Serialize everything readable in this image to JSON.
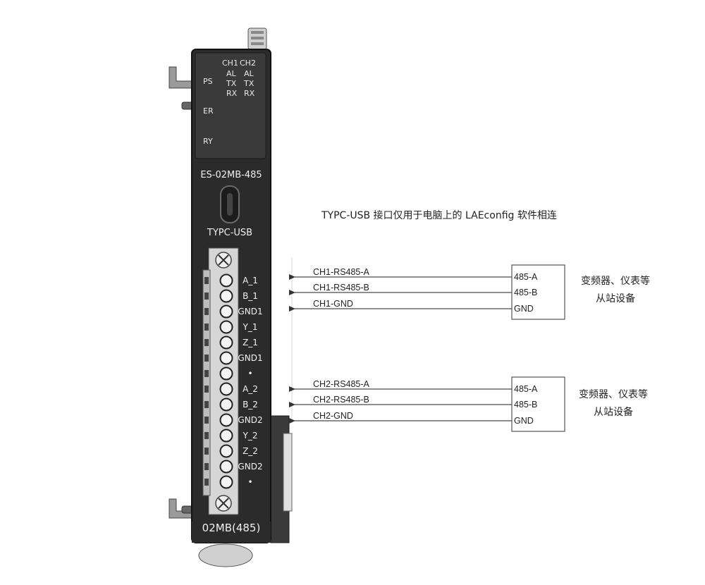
{
  "module": {
    "model": "ES-02MB-485",
    "usb_label": "TYPC-USB",
    "bottom_label": "02MB(485)",
    "led_left": [
      "PS",
      "ER",
      "RY"
    ],
    "led_ch1": [
      "CH1",
      "AL",
      "TX",
      "RX"
    ],
    "led_ch2": [
      "CH2",
      "AL",
      "TX",
      "RX"
    ],
    "pins": [
      "A_1",
      "B_1",
      "GND1",
      "Y_1",
      "Z_1",
      "GND1",
      "•",
      "A_2",
      "B_2",
      "GND2",
      "Y_2",
      "Z_2",
      "GND2",
      "•"
    ]
  },
  "note": "TYPC-USB 接口仅用于电脑上的 LAEconfig 软件相连",
  "groups": [
    {
      "wires": [
        "CH1-RS485-A",
        "CH1-RS485-B",
        "CH1-GND"
      ],
      "box_labels": [
        "485-A",
        "485-B",
        "GND"
      ],
      "device_label": [
        "变频器、仪表等",
        "从站设备"
      ]
    },
    {
      "wires": [
        "CH2-RS485-A",
        "CH2-RS485-B",
        "CH2-GND"
      ],
      "box_labels": [
        "485-A",
        "485-B",
        "GND"
      ],
      "device_label": [
        "变频器、仪表等",
        "从站设备"
      ]
    }
  ],
  "colors": {
    "module_body": "#2b2b2b",
    "led_panel": "#3a3a3a",
    "terminal_block": "#d6d6d6",
    "wire": "#4a4a4a"
  }
}
